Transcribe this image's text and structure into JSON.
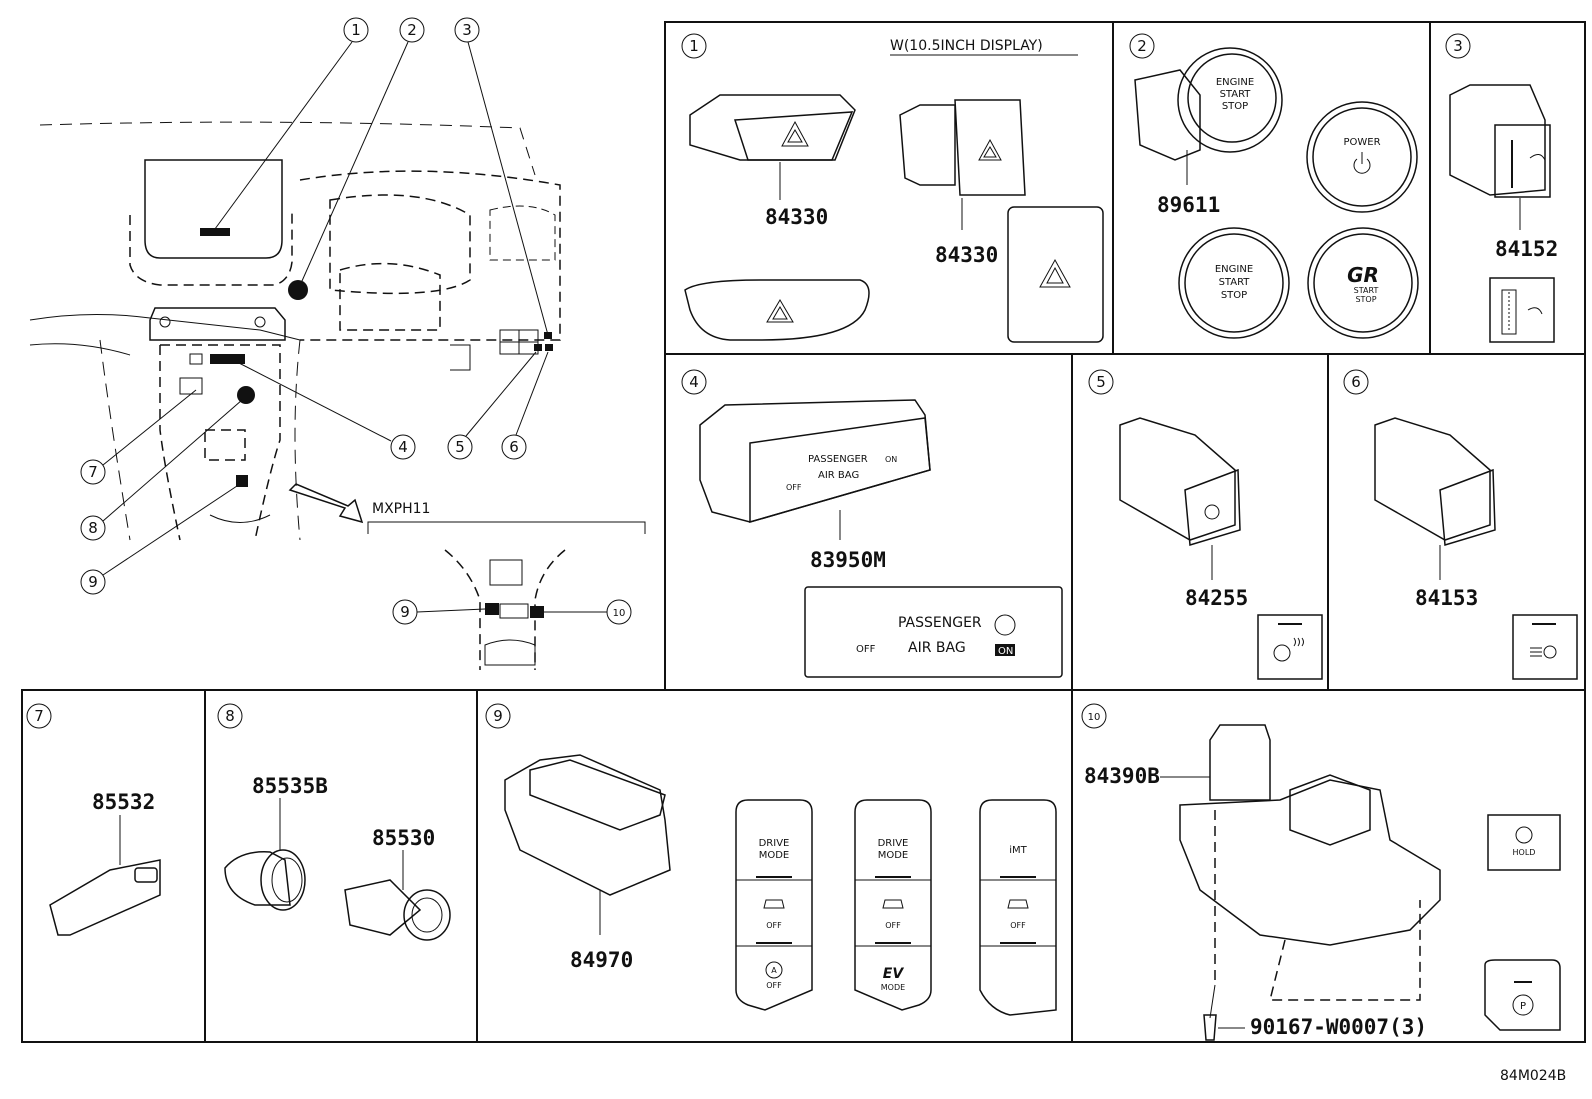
{
  "callouts": [
    "1",
    "2",
    "3",
    "4",
    "5",
    "6",
    "7",
    "8",
    "9",
    "10"
  ],
  "overview": {
    "variant_label": "MXPH11"
  },
  "panel1": {
    "num": "1",
    "note": "W(10.5INCH DISPLAY)",
    "part_a": "84330",
    "part_b": "84330"
  },
  "panel2": {
    "num": "2",
    "part": "89611",
    "btn_engine_a": [
      "ENGINE",
      "START",
      "STOP"
    ],
    "btn_power": "POWER",
    "btn_engine_b": [
      "ENGINE",
      "START",
      "STOP"
    ],
    "btn_gr": [
      "GR",
      "START",
      "STOP"
    ]
  },
  "panel3": {
    "num": "3",
    "part": "84152"
  },
  "panel4": {
    "num": "4",
    "part": "83950M",
    "label_1": "PASSENGER",
    "label_2": "AIR BAG",
    "off": "OFF",
    "on": "ON"
  },
  "panel5": {
    "num": "5",
    "part": "84255"
  },
  "panel6": {
    "num": "6",
    "part": "84153"
  },
  "panel7": {
    "num": "7",
    "part": "85532"
  },
  "panel8": {
    "num": "8",
    "part_a": "85535B",
    "part_b": "85530"
  },
  "panel9": {
    "num": "9",
    "part": "84970",
    "sw1": {
      "top": [
        "DRIVE",
        "MODE"
      ],
      "mid": "OFF",
      "bottom": "OFF",
      "bottom_icon": "A"
    },
    "sw2": {
      "top": [
        "DRIVE",
        "MODE"
      ],
      "mid": "OFF",
      "bottom_big": "EV",
      "bottom": "MODE"
    },
    "sw3": {
      "top": "iMT",
      "mid": "OFF"
    }
  },
  "panel10": {
    "num": "10",
    "part": "84390B",
    "screw": "90167-W0007(3)",
    "hold": "HOLD",
    "p": "P"
  },
  "figure_code": "84M024B"
}
